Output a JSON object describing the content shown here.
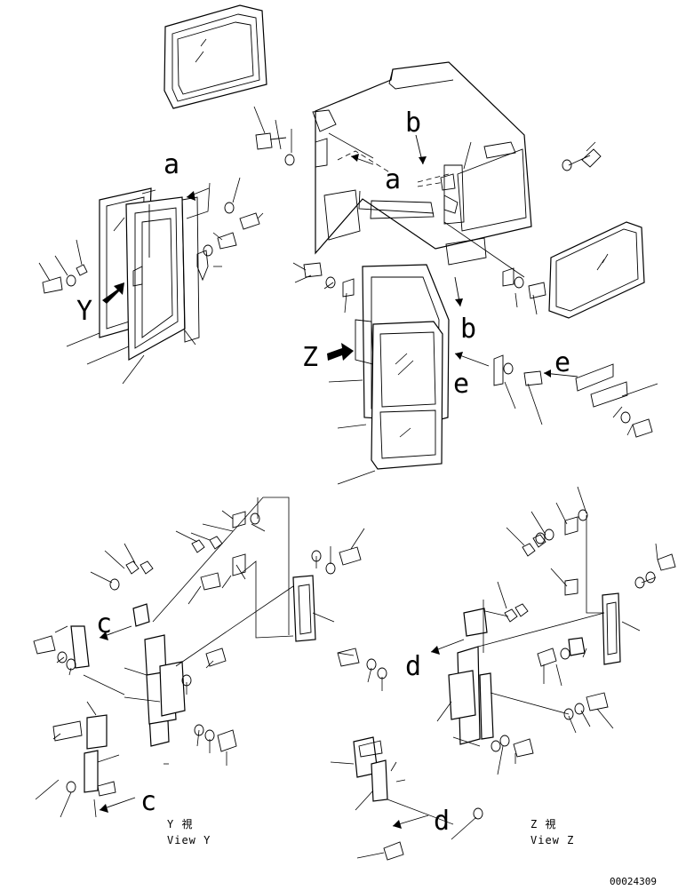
{
  "callouts": {
    "a_top_left": "a",
    "a_cab": "a",
    "b_cab_top": "b",
    "b_cab_side": "b",
    "e_door": "e",
    "e_right": "e",
    "y_marker": "Y",
    "z_marker": "Z",
    "c_upper": "c",
    "c_lower": "c",
    "d_upper": "d",
    "d_lower": "d"
  },
  "captions": {
    "view_y_jp": "Y  視",
    "view_y_en": "View Y",
    "view_z_jp": "Z  視",
    "view_z_en": "View Z"
  },
  "drawing_number": "00024309",
  "icons": [
    "view-arrow-icon",
    "direction-arrow-icon"
  ]
}
